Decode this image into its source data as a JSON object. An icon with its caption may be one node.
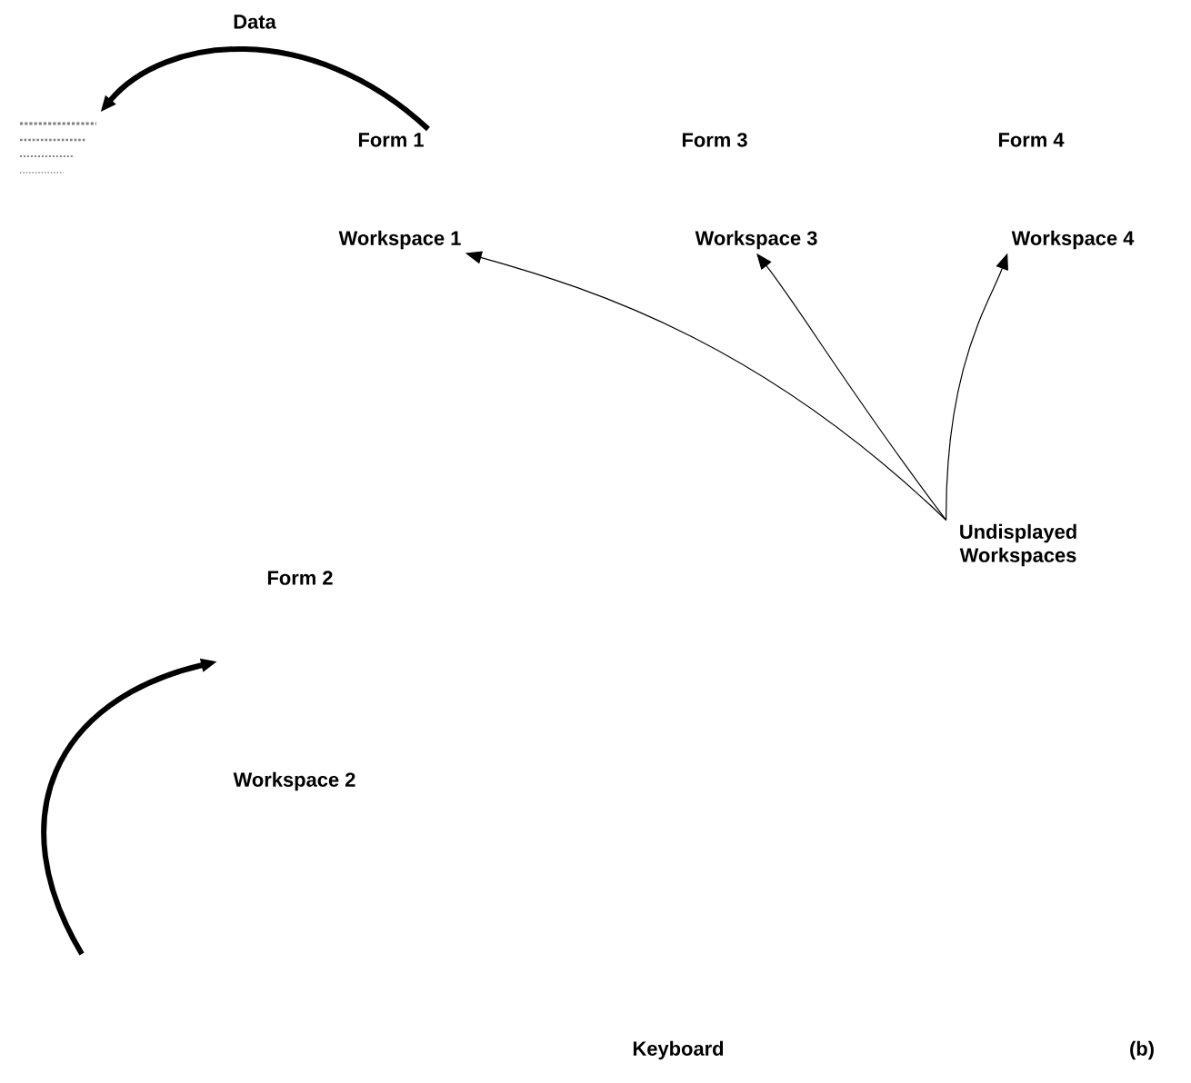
{
  "diagram": {
    "nodes": [
      {
        "text": [
          "Form 1"
        ]
      },
      {
        "text": [],
        "shape": "picture"
      },
      {
        "text": [
          "Form 3"
        ]
      },
      {
        "text": [
          "Form 4"
        ]
      },
      {
        "text": [
          "Workspace 1"
        ]
      },
      {
        "text": [
          "Workspace 3"
        ]
      },
      {
        "text": [
          "Workspace 4"
        ]
      },
      {
        "text": [
          "Undisplayed Workspaces"
        ]
      },
      {
        "text": [
          "Form 2"
        ]
      },
      {
        "text": [
          "Workspace 2"
        ]
      },
      {
        "text": [
          "Keyboard"
        ]
      }
    ],
    "edges": [
      {
        "from": 0,
        "to": 1,
        "arrow": "to",
        "label": "Data",
        "style": "thick"
      },
      {
        "from": 7,
        "to": 4,
        "arrow": "to"
      },
      {
        "from": 7,
        "to": 5,
        "arrow": "to"
      },
      {
        "from": 7,
        "to": 6,
        "arrow": "to"
      },
      {
        "from": null,
        "to": 8,
        "arrow": "to",
        "style": "thick"
      }
    ],
    "labels": [
      "(b)"
    ]
  }
}
